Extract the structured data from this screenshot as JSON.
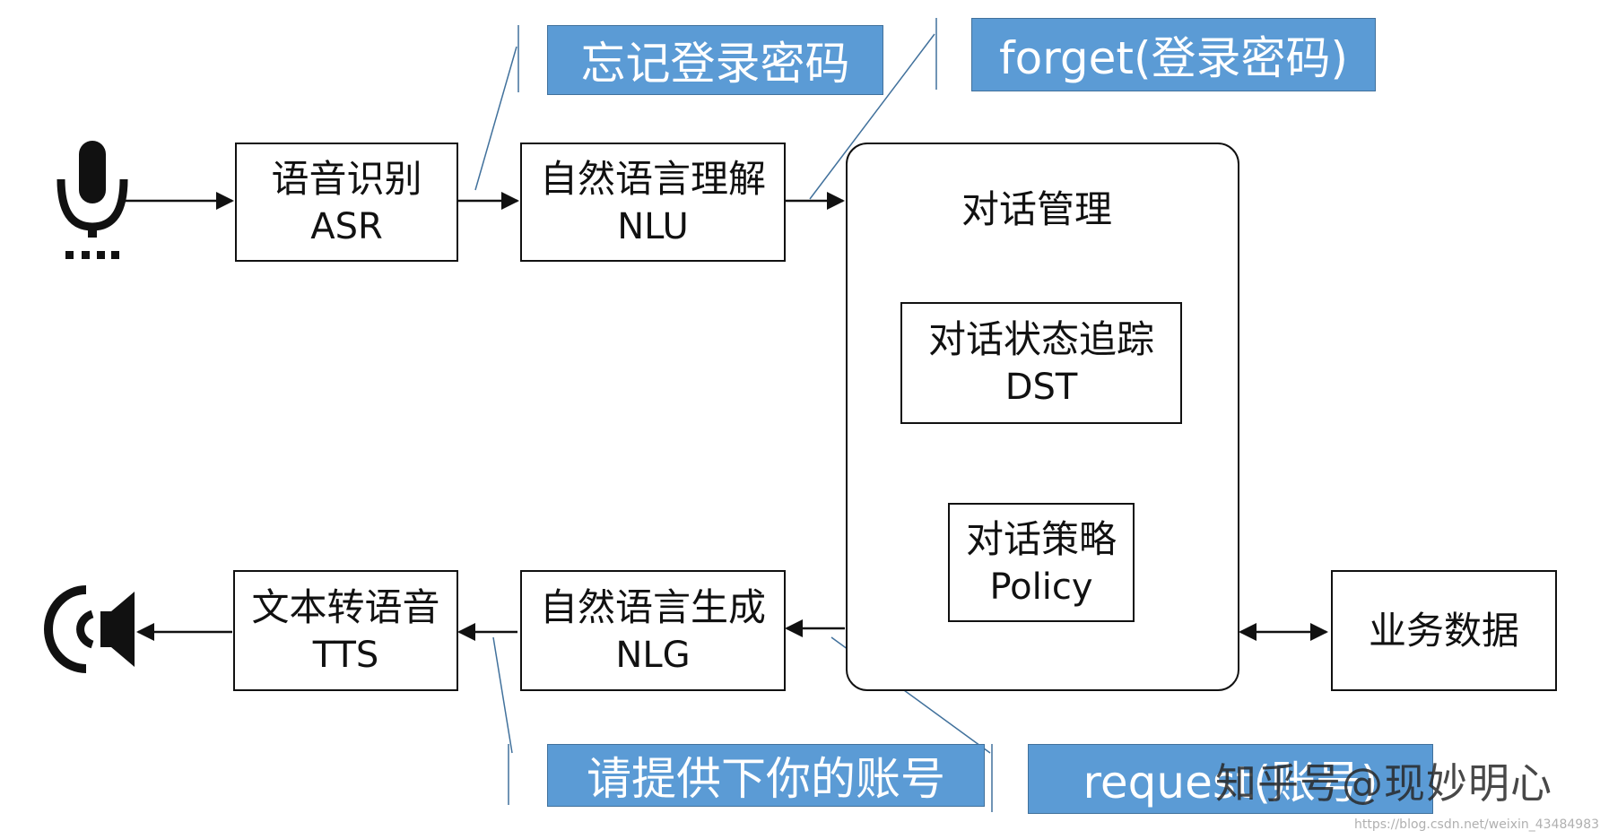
{
  "asr": {
    "zh": "语音识别",
    "en": "ASR"
  },
  "nlu": {
    "zh": "自然语言理解",
    "en": "NLU"
  },
  "dm": {
    "title": "对话管理"
  },
  "dst": {
    "zh": "对话状态追踪",
    "en": "DST"
  },
  "policy": {
    "zh": "对话策略",
    "en": "Policy"
  },
  "biz": {
    "zh": "业务数据"
  },
  "nlg": {
    "zh": "自然语言生成",
    "en": "NLG"
  },
  "tts": {
    "zh": "文本转语音",
    "en": "TTS"
  },
  "callouts": {
    "asr_out": "忘记登录密码",
    "nlu_out": "forget(登录密码)",
    "nlg_out": "请提供下你的账号",
    "dm_out": "request(账号)"
  },
  "watermark": {
    "main": "知乎号@现妙明心",
    "url": "https://blog.csdn.net/weixin_43484983"
  },
  "icons": {
    "input": "microphone-icon",
    "output": "speaker-icon"
  },
  "colors": {
    "callout_fill": "#5b9bd5",
    "callout_text": "#ffffff",
    "line": "#111111"
  }
}
